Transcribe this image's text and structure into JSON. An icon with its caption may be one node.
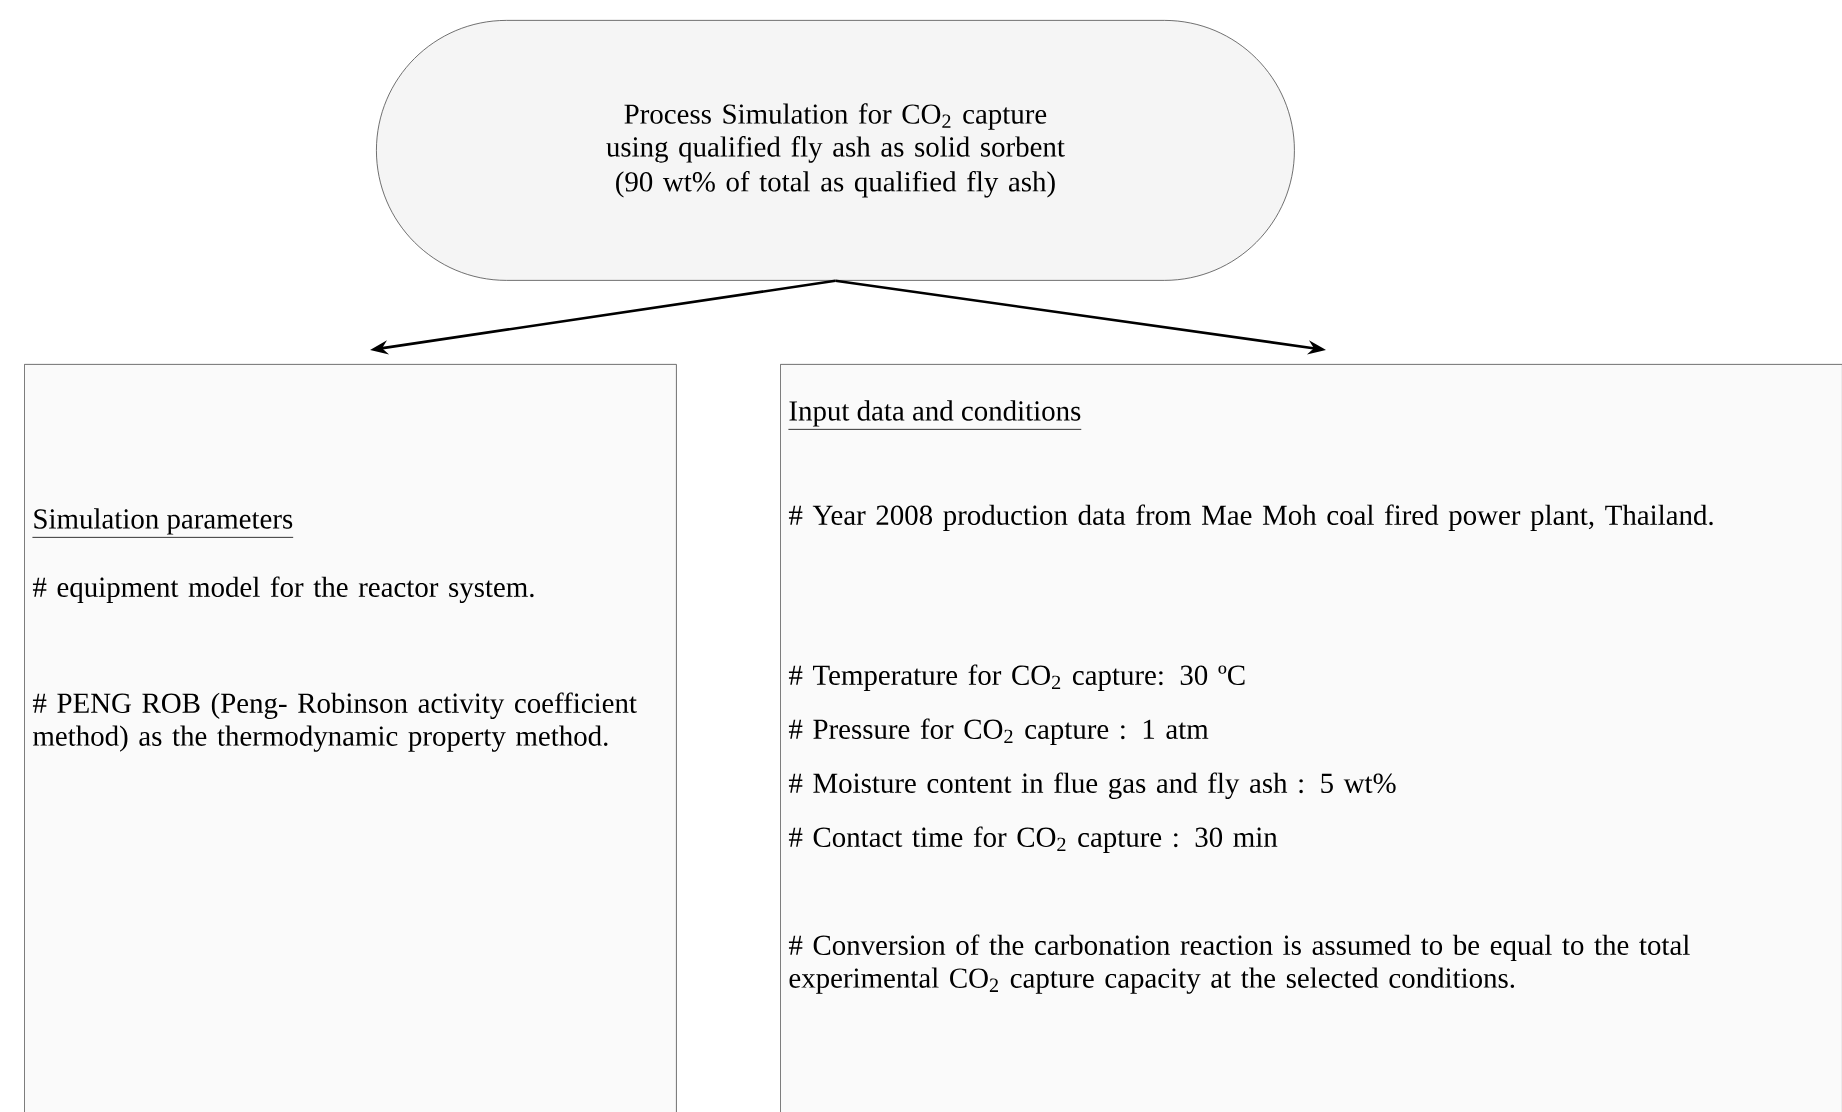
{
  "diagram": {
    "nodes": [
      {
        "text": [
          "Process Simulation for CO$_{2}$ capture using qualified fly ash as solid sorbent",
          "(90 wt% of total as qualified fly ash)"
        ]
      },
      {
        "text": [
          "Simulation parameters",
          "# equipment model for the reactor system.",
          "# PENG ROB (Peng- Robinson activity coefficient method) as the thermodynamic property method."
        ]
      },
      {
        "text": [
          "Input data and conditions",
          "# Year 2008 production data from Mae Moh coal fired power plant, Thailand.",
          "# Temperature for CO$_{2}$ capture: 30 ºC",
          "# Pressure for CO$_{2}$ capture : 1 atm",
          "# Moisture content in flue gas and fly ash : 5 wt%",
          "# Contact time for CO$_{2}$ capture : 30 min",
          "# Conversion of the carbonation reaction is assumed to be equal to the total experimental CO$_{2}$ capture capacity at the selected conditions."
        ]
      }
    ],
    "edges": [
      {
        "from": 0,
        "to": 1,
        "arrow": "to"
      },
      {
        "from": 0,
        "to": 2,
        "arrow": "to"
      }
    ]
  }
}
